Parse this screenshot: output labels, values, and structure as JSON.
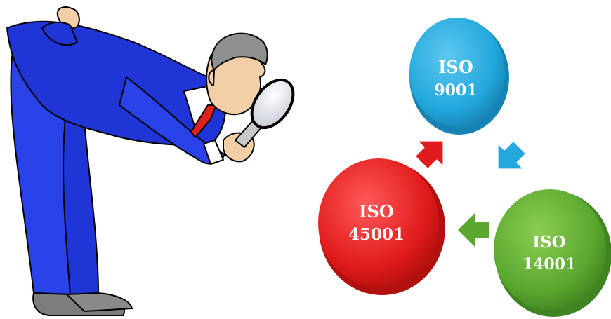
{
  "illustration": {
    "subject": "man-with-magnifying-glass",
    "colors": {
      "suit": "#1f35d6",
      "hair": "#8f8f8f",
      "tie": "#e0201c",
      "skin": "#f2cfa6",
      "shoes": "#7d7d7d",
      "lens": "#e9e9ef"
    }
  },
  "cycle": {
    "discs": [
      {
        "line1": "ISO",
        "line2": "9001",
        "color": "#23a7dc"
      },
      {
        "line1": "ISO",
        "line2": "14001",
        "color": "#5aa82e"
      },
      {
        "line1": "ISO",
        "line2": "45001",
        "color": "#e11b1b"
      }
    ],
    "arrows": [
      {
        "from": "ISO 9001",
        "to": "ISO 14001",
        "color": "#23a7dc",
        "icon": "arrow-down-right-icon"
      },
      {
        "from": "ISO 14001",
        "to": "ISO 45001",
        "color": "#5aa82e",
        "icon": "arrow-left-icon"
      },
      {
        "from": "ISO 45001",
        "to": "ISO 9001",
        "color": "#e11b1b",
        "icon": "arrow-up-right-icon"
      }
    ]
  }
}
